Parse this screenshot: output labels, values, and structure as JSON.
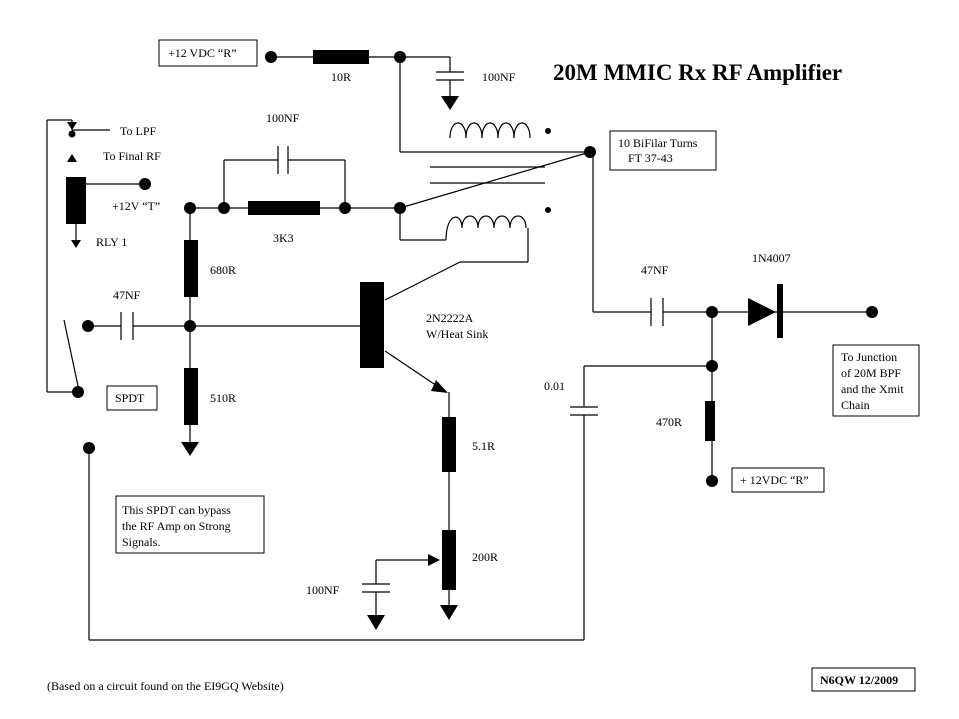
{
  "title": "20M MMIC Rx RF Amplifier",
  "boxes": {
    "vdc_r_top": "+12 VDC “R”",
    "bifilar_line1": "10 BiFilar Turns",
    "bifilar_line2": "FT 37-43",
    "spdt": "SPDT",
    "note_line1": "This SPDT can  bypass",
    "note_line2": "the RF Amp on Strong",
    "note_line3": "Signals.",
    "junction_line1": "To Junction",
    "junction_line2": "of 20M BPF",
    "junction_line3": "and the Xmit",
    "junction_line4": "Chain",
    "vdc_r_bottom": "+ 12VDC “R”",
    "author": "N6QW 12/2009"
  },
  "labels": {
    "r_10r": "10R",
    "c_100nf_top": "100NF",
    "c_100nf_fb": "100NF",
    "to_lpf": "To LPF",
    "to_final_rf": "To Final RF",
    "v12_t": "+12V “T”",
    "rly1": "RLY 1",
    "r_3k3": "3K3",
    "r_680r": "680R",
    "c_47nf_in": "47NF",
    "c_47nf_out": "47NF",
    "d_1n4007": "1N4007",
    "q_name": "2N2222A",
    "q_note": "W/Heat Sink",
    "r_510r": "510R",
    "c_001": "0.01",
    "r_470r": "470R",
    "r_51r": "5.1R",
    "r_200r": "200R",
    "c_100nf_bot": "100NF",
    "footer": "(Based on a circuit found on the EI9GQ Website)"
  }
}
